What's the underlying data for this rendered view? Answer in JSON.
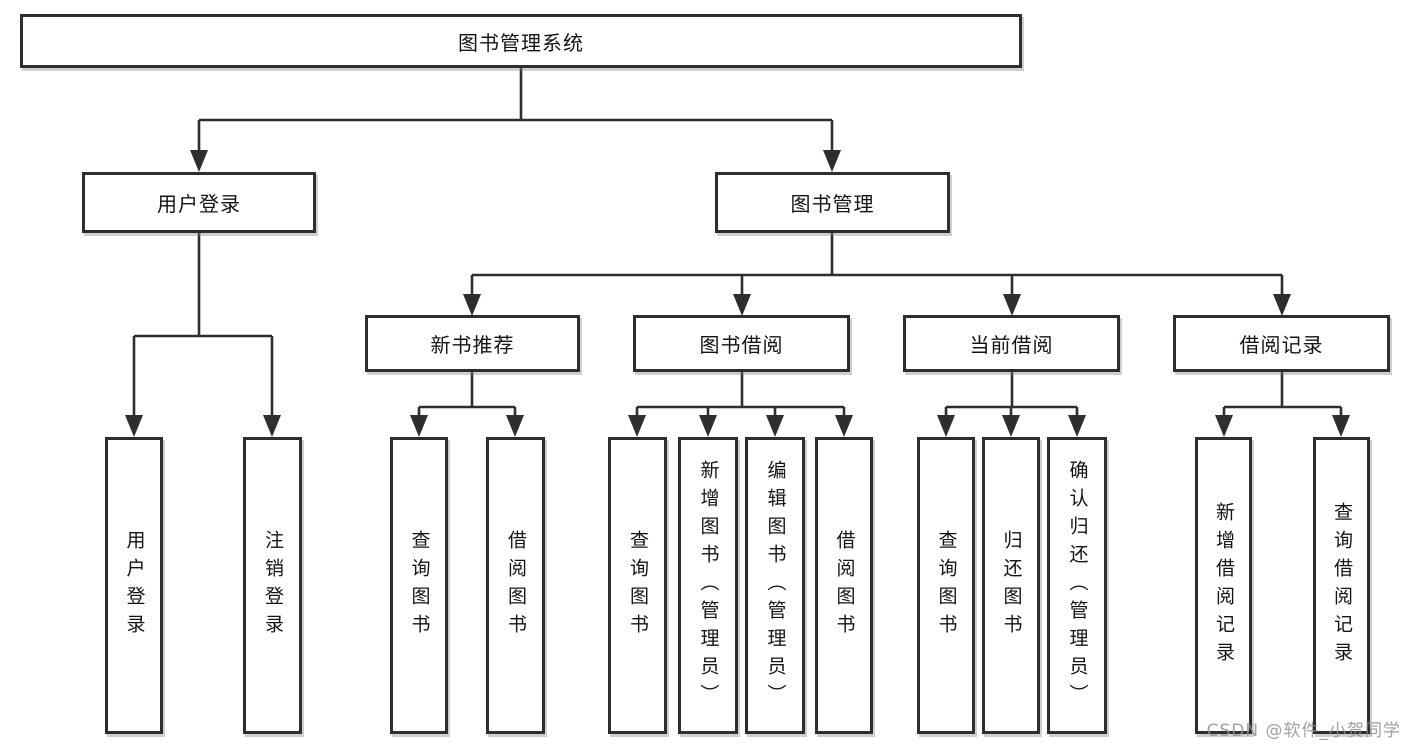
{
  "diagram": {
    "tree": {
      "root": {
        "label": "图书管理系统",
        "children": [
          {
            "label": "用户登录",
            "children": [
              {
                "label": "用户登录"
              },
              {
                "label": "注销登录"
              }
            ]
          },
          {
            "label": "图书管理",
            "children": [
              {
                "label": "新书推荐",
                "children": [
                  {
                    "label": "查询图书"
                  },
                  {
                    "label": "借阅图书"
                  }
                ]
              },
              {
                "label": "图书借阅",
                "children": [
                  {
                    "label": "查询图书"
                  },
                  {
                    "label": "新增图书（管理员）"
                  },
                  {
                    "label": "编辑图书（管理员）"
                  },
                  {
                    "label": "借阅图书"
                  }
                ]
              },
              {
                "label": "当前借阅",
                "children": [
                  {
                    "label": "查询图书"
                  },
                  {
                    "label": "归还图书"
                  },
                  {
                    "label": "确认归还（管理员）"
                  }
                ]
              },
              {
                "label": "借阅记录",
                "children": [
                  {
                    "label": "新增借阅记录"
                  },
                  {
                    "label": "查询借阅记录"
                  }
                ]
              }
            ]
          }
        ]
      }
    },
    "colors": {
      "line": "#2e2e2e",
      "box_border": "#2e2e2e",
      "text": "#141414",
      "background": "#ffffff",
      "watermark": "#919191"
    }
  },
  "watermark": "CSDN @软件_小贺同学"
}
